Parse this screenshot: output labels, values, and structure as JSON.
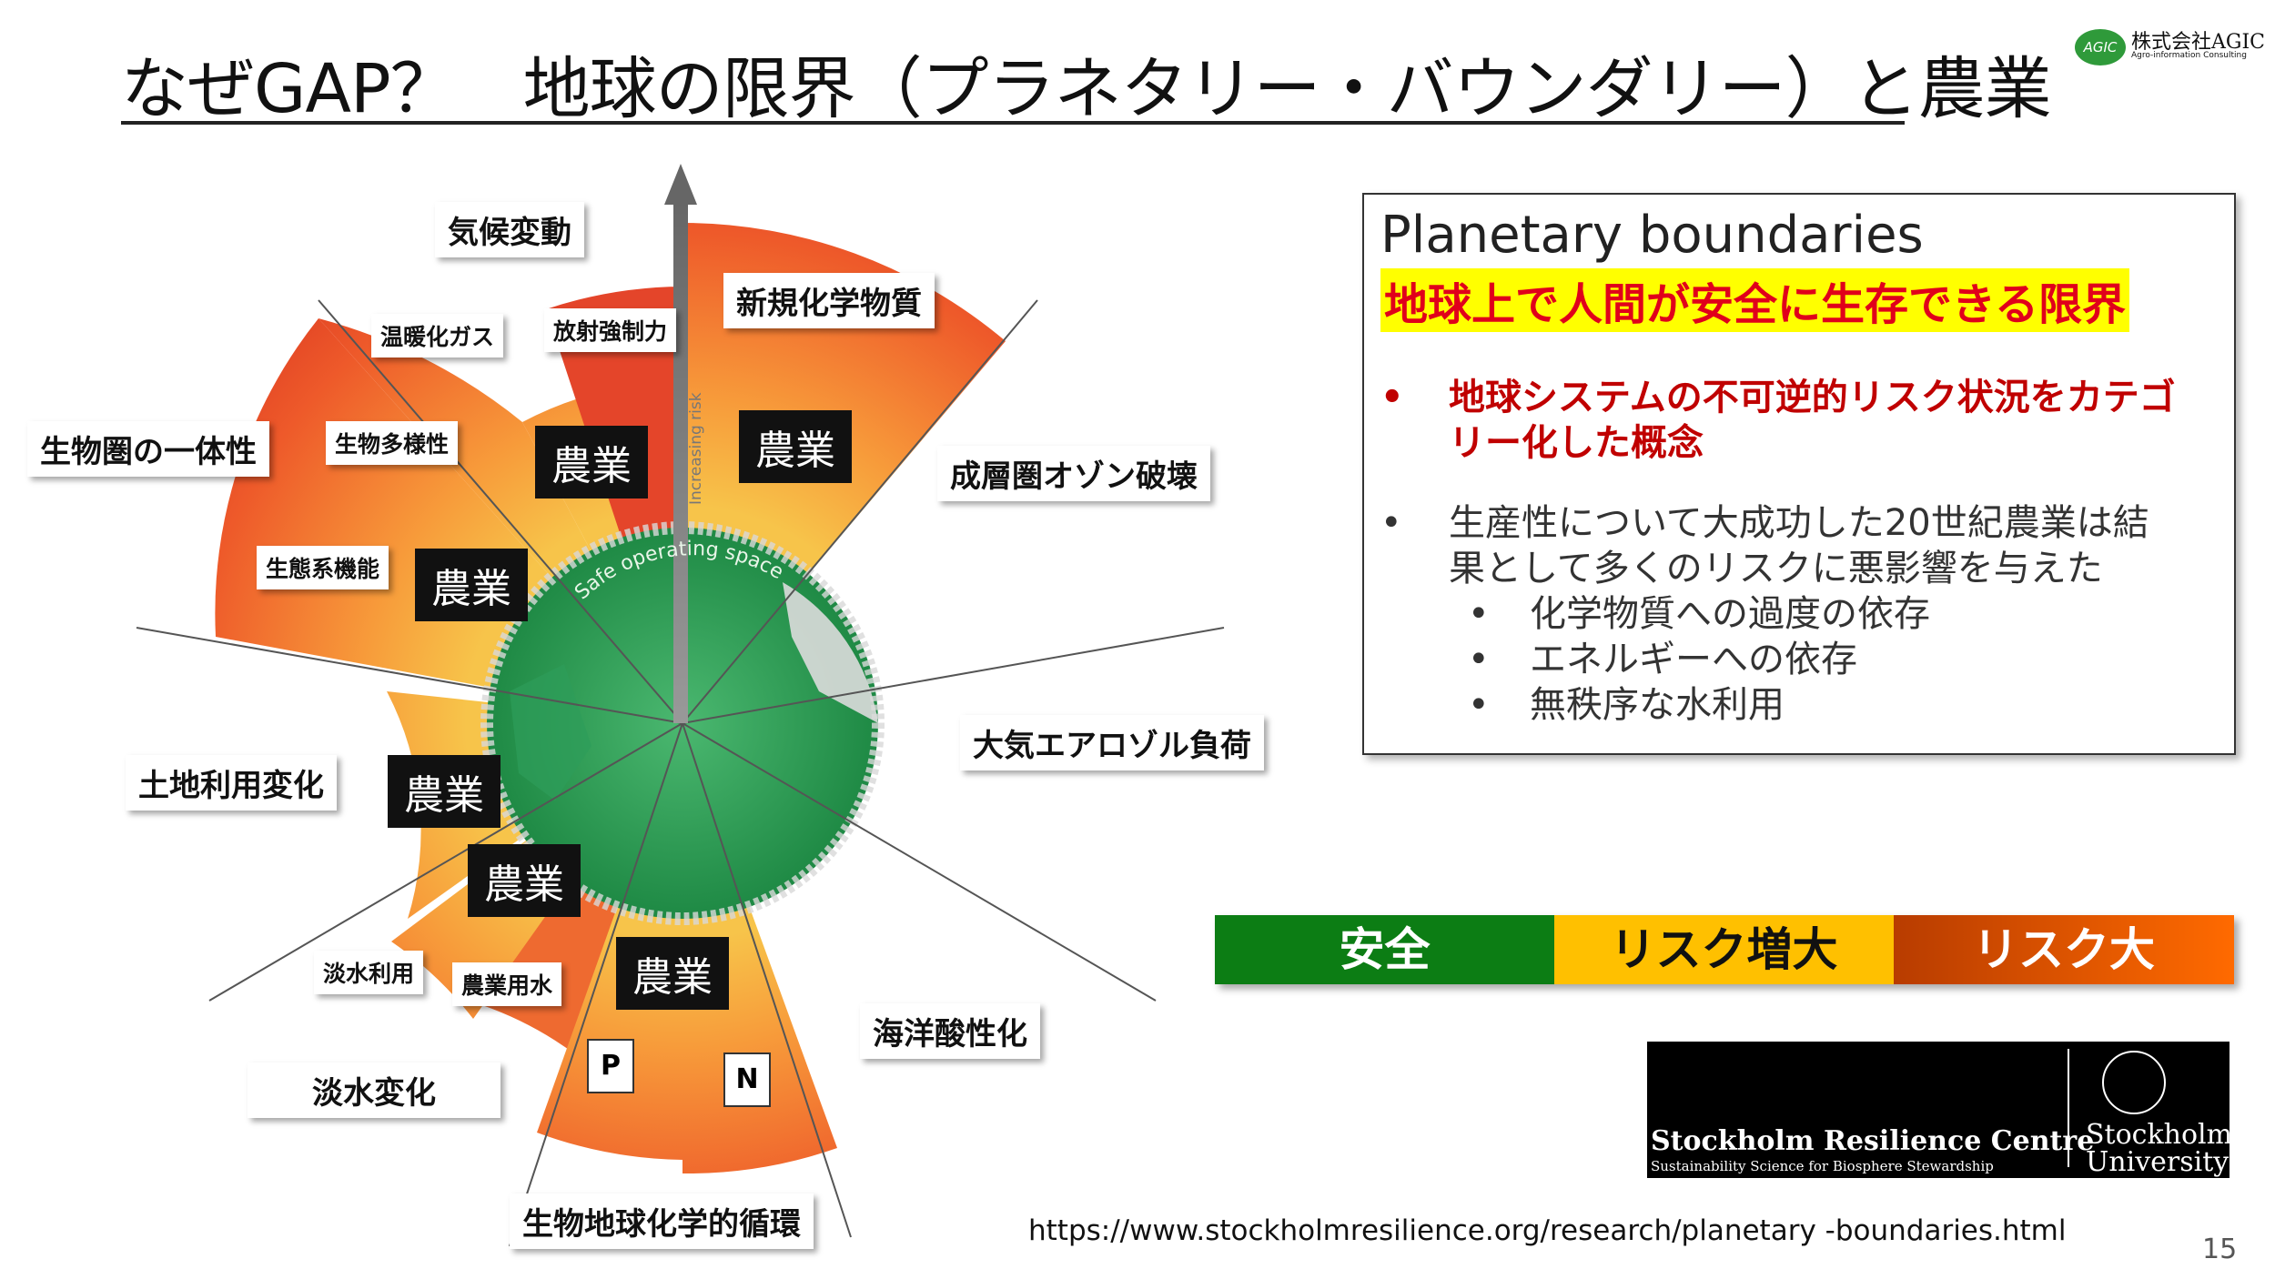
{
  "title": "なぜGAP？　地球の限界（プラネタリー・バウンダリー）と農業",
  "logo": {
    "mark": "AGIC",
    "name": "株式会社AGIC",
    "sub": "Agro-information Consulting"
  },
  "wheel": {
    "safe_space": "Safe operating space",
    "increasing_risk": "Increasing risk",
    "labels_large": [
      "気候変動",
      "新規化学物質",
      "成層圏オゾン破壊",
      "大気エアロゾル負荷",
      "海洋酸性化",
      "生物地球化学的循環",
      "淡水変化",
      "土地利用変化",
      "生物圏の一体性"
    ],
    "labels_small": [
      "温暖化ガス",
      "放射強制力",
      "生物多様性",
      "生態系機能",
      "淡水利用",
      "農業用水"
    ],
    "agriculture_tag": "農業",
    "p_label": "P",
    "n_label": "N"
  },
  "pb": {
    "title": "Planetary boundaries",
    "subtitle": "地球上で人間が安全に生存できる限界",
    "bullet_mark": "•",
    "sub_mark": "•",
    "b1_line1": "地球システムの不可逆的リスク状況をカテゴ",
    "b1_line2": "リー化した概念",
    "b2_line1": "生産性について大成功した20世紀農業は結",
    "b2_line2": "果として多くのリスクに悪影響を与えた",
    "sub1": "化学物質への過度の依存",
    "sub2": "エネルギーへの依存",
    "sub3": "無秩序な水利用"
  },
  "legend": {
    "safe": "安全",
    "increasing": "リスク増大",
    "high": "リスク大",
    "colors": {
      "safe": "#008000",
      "increasing": "#ffc000",
      "high_start": "#c04000",
      "high_end": "#ff6a00"
    }
  },
  "source": {
    "org": "Stockholm Resilience Centre",
    "tagline": "Sustainability Science for Biosphere Stewardship",
    "univ1": "Stockholm",
    "univ2": "University"
  },
  "url": "https://www.stockholmresilience.org/research/planetary  -boundaries.html",
  "page_number": "15"
}
